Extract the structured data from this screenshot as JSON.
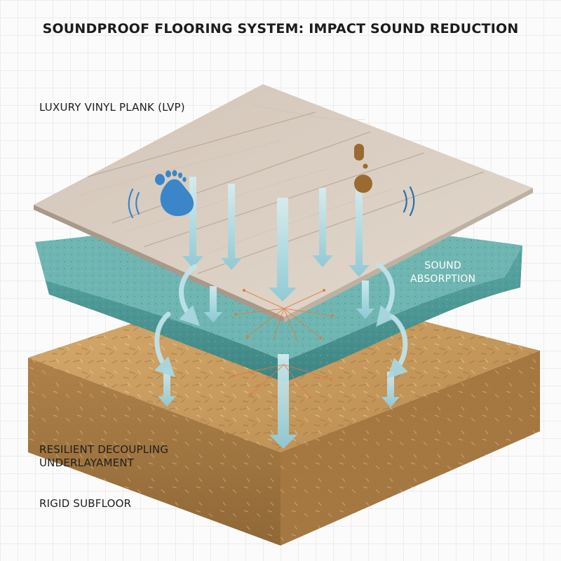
{
  "title": "SOUNDPROOF FLOORING SYSTEM: IMPACT SOUND REDUCTION",
  "layers": {
    "top": "LUXURY VINYL PLANK (LVP)",
    "middle_line1": "RESILIENT DECOUPLING",
    "middle_line2": "UNDERLAYAMENT",
    "bottom": "RIGID SUBFLOOR"
  },
  "callout": {
    "line1": "SOUND",
    "line2": "ABSORPTION"
  },
  "icons": [
    "footprint-icon",
    "high-heel-icon",
    "sound-wave-icon"
  ],
  "colors": {
    "plank": "#d9cfc6",
    "foam": "#4f9a98",
    "subfloor": "#c4965a",
    "arrow": "#bcdfe6",
    "footprint": "#3a86c8",
    "heel": "#9a6a30",
    "vibration": "#e07a3c"
  }
}
